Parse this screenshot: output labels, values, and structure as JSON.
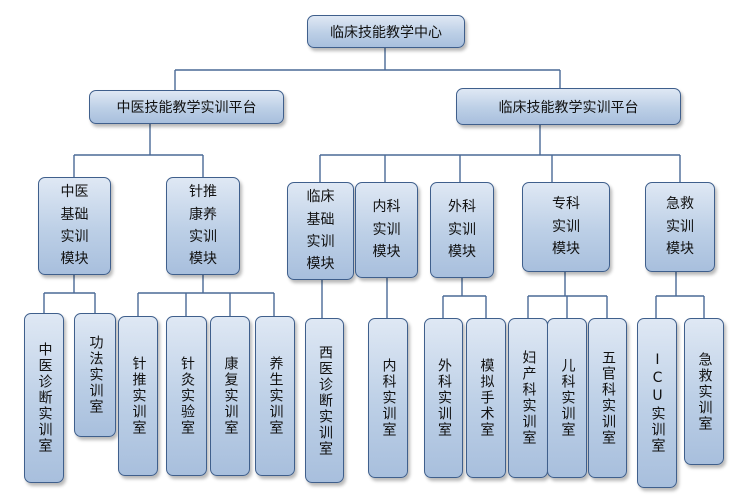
{
  "root": {
    "label": "临床技能教学中心"
  },
  "platforms": {
    "tcm": "中医技能教学实训平台",
    "clinical": "临床技能教学实训平台"
  },
  "modules": {
    "tcm_basic": "中医\n基础\n实训\n模块",
    "acu": "针推\n康养\n实训\n模块",
    "clin_basic": "临床\n基础\n实训\n模块",
    "internal": "内科\n实训\n模块",
    "surgery": "外科\n实训\n模块",
    "specialty": "专科\n实训\n模块",
    "emergency": "急救\n实训\n模块"
  },
  "rooms": {
    "tcm_diag": "中医诊断实训室",
    "gongfa": "功法实训室",
    "zhentui": "针推实训室",
    "zhenjiu": "针灸实验室",
    "kangfu": "康复实训室",
    "yangsheng": "养生实训室",
    "west_diag": "西医诊断实训室",
    "neike": "内科实训室",
    "waike": "外科实训室",
    "moni": "模拟手术室",
    "fuchan": "妇产科实训室",
    "erke": "儿科实训室",
    "wuguan": "五官科实训室",
    "icu": "ICU实训室",
    "jijiu": "急救实训室"
  }
}
